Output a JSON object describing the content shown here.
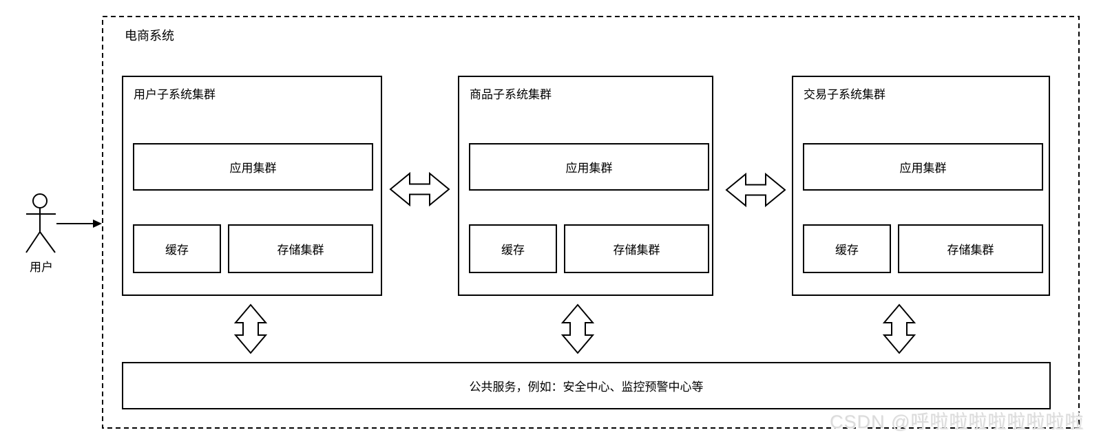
{
  "diagram": {
    "system_label": "电商系统",
    "actor": {
      "label": "用户"
    },
    "subsystems": [
      {
        "title": "用户子系统集群",
        "app_cluster": "应用集群",
        "cache": "缓存",
        "storage_cluster": "存储集群"
      },
      {
        "title": "商品子系统集群",
        "app_cluster": "应用集群",
        "cache": "缓存",
        "storage_cluster": "存储集群"
      },
      {
        "title": "交易子系统集群",
        "app_cluster": "应用集群",
        "cache": "缓存",
        "storage_cluster": "存储集群"
      }
    ],
    "shared_services_label": "公共服务，例如：安全中心、监控预警中心等",
    "watermark": "CSDN @呼啦啦啦啦啦啦啦啦",
    "colors": {
      "stroke": "#000000",
      "background": "#ffffff",
      "watermark": "#dbdbdb"
    }
  }
}
